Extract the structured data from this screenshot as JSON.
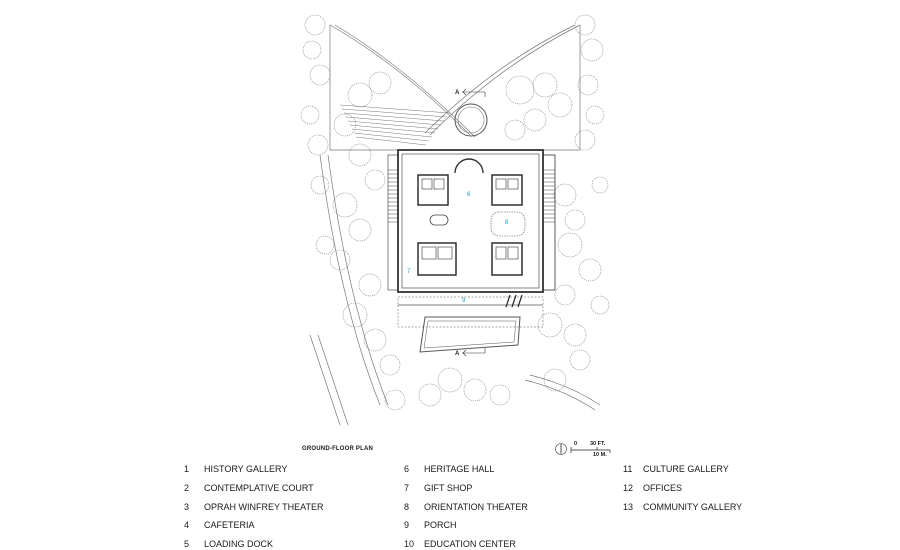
{
  "figure": {
    "title": "GROUND-FLOOR PLAN",
    "scale": {
      "zero": "0",
      "feet": "30 FT.",
      "meters": "10 M."
    },
    "section_marker": "A",
    "plan_numbers": [
      "6",
      "7",
      "8",
      "9"
    ]
  },
  "legend": [
    {
      "num": "1",
      "label": "HISTORY GALLERY"
    },
    {
      "num": "2",
      "label": "CONTEMPLATIVE COURT"
    },
    {
      "num": "3",
      "label": "OPRAH WINFREY THEATER"
    },
    {
      "num": "4",
      "label": "CAFETERIA"
    },
    {
      "num": "5",
      "label": "LOADING DOCK"
    },
    {
      "num": "6",
      "label": "HERITAGE HALL"
    },
    {
      "num": "7",
      "label": "GIFT SHOP"
    },
    {
      "num": "8",
      "label": "ORIENTATION THEATER"
    },
    {
      "num": "9",
      "label": "PORCH"
    },
    {
      "num": "10",
      "label": "EDUCATION CENTER"
    },
    {
      "num": "11",
      "label": "CULTURE GALLERY"
    },
    {
      "num": "12",
      "label": "OFFICES"
    },
    {
      "num": "13",
      "label": "COMMUNITY GALLERY"
    }
  ],
  "colors": {
    "line": "#555555",
    "tree": "#8a8a8a",
    "accent_number": "#1a9bc4"
  }
}
